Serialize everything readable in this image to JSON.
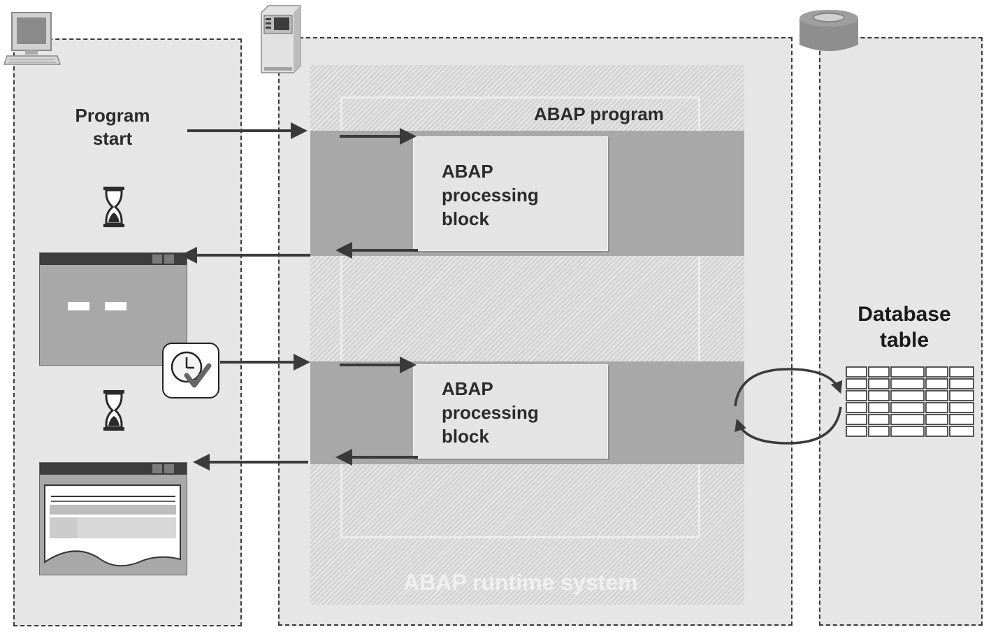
{
  "labels": {
    "program_start": "Program\nstart",
    "abap_program": "ABAP program",
    "processing_block_1": "ABAP\nprocessing\nblock",
    "processing_block_2": "ABAP\nprocessing\nblock",
    "runtime_system": "ABAP runtime system",
    "database_table": "Database\ntable"
  },
  "icons": {
    "client": "desktop-computer-icon",
    "server": "server-tower-icon",
    "database": "database-cylinder-icon",
    "wait": "hourglass-icon",
    "user_action": "clock-checkmark-icon"
  },
  "colors": {
    "zone_background": "#e6e6e6",
    "band": "#a8a8a8",
    "arrow": "#3a3a3a"
  }
}
